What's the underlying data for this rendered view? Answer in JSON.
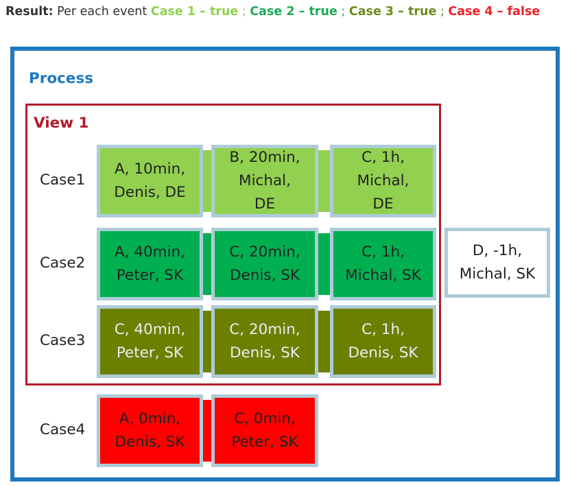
{
  "result": {
    "label": "Result:",
    "text": "Per each event",
    "items": [
      {
        "text": "Case 1 – true",
        "color": "#8fd14f"
      },
      {
        "text": "Case 2 – true",
        "color": "#1aaa55"
      },
      {
        "text": "Case 3 – true",
        "color": "#6b8a1a"
      },
      {
        "text": "Case 4 – false",
        "color": "#e8212b"
      }
    ],
    "separator": ";"
  },
  "process": {
    "label": "Process",
    "color": "#1f78be"
  },
  "view": {
    "label": "View 1",
    "color": "#b21b2b"
  },
  "cases": [
    {
      "label": "Case1",
      "color": "#92d050",
      "text_color": "#222222",
      "events": [
        {
          "lines": [
            "A, 10min,",
            "Denis, DE"
          ]
        },
        {
          "lines": [
            "B, 20min,",
            "Michal,",
            "DE"
          ]
        },
        {
          "lines": [
            "C, 1h,",
            "Michal,",
            "DE"
          ]
        }
      ]
    },
    {
      "label": "Case2",
      "color": "#00b050",
      "text_color": "#222222",
      "events": [
        {
          "lines": [
            "A, 40min,",
            "Peter, SK"
          ]
        },
        {
          "lines": [
            "C, 20min,",
            "Denis, SK"
          ]
        },
        {
          "lines": [
            "C, 1h,",
            "Michal, SK"
          ]
        }
      ]
    },
    {
      "label": "Case3",
      "color": "#6b8000",
      "text_color": "#e8eef0",
      "events": [
        {
          "lines": [
            "C, 40min,",
            "Peter, SK"
          ]
        },
        {
          "lines": [
            "C, 20min,",
            "Denis, SK"
          ]
        },
        {
          "lines": [
            "C, 1h,",
            "Denis, SK"
          ]
        }
      ]
    },
    {
      "label": "Case4",
      "color": "#ff0000",
      "text_color": "#222222",
      "events": [
        {
          "lines": [
            "A, 0min,",
            "Denis, SK"
          ]
        },
        {
          "lines": [
            "C, 0min,",
            "Peter, SK"
          ]
        }
      ]
    }
  ],
  "outside_event": {
    "lines": [
      "D, -1h,",
      "Michal, SK"
    ],
    "color": "#ffffff",
    "text_color": "#222222"
  }
}
